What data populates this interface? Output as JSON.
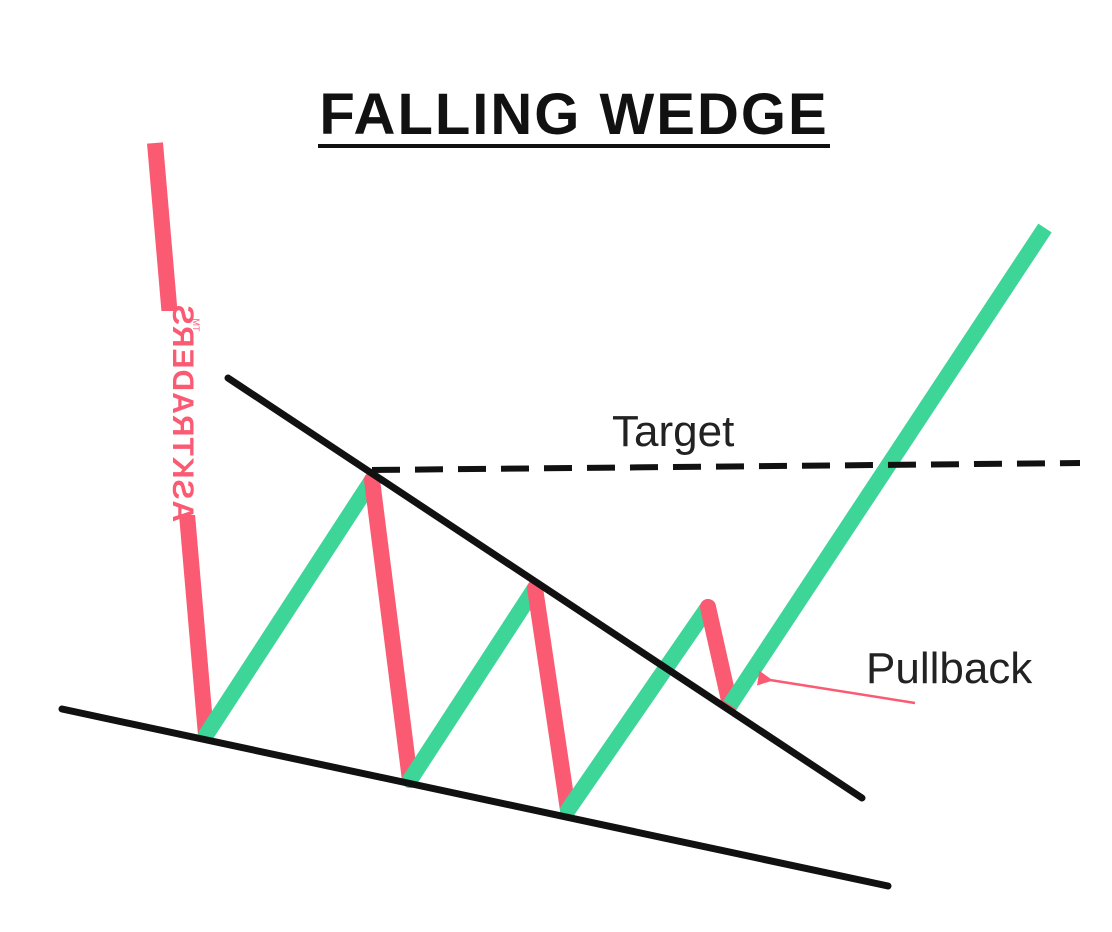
{
  "title": "FALLING WEDGE",
  "labels": {
    "target": "Target",
    "pullback": "Pullback"
  },
  "watermark": {
    "text": "ASKTRADERS",
    "trademark": "TM"
  },
  "colors": {
    "up_leg": "#3ed598",
    "down_leg": "#fb5a73",
    "trendline": "#111111",
    "target_line": "#111111",
    "arrow": "#fb5a73",
    "background": "#ffffff"
  }
}
